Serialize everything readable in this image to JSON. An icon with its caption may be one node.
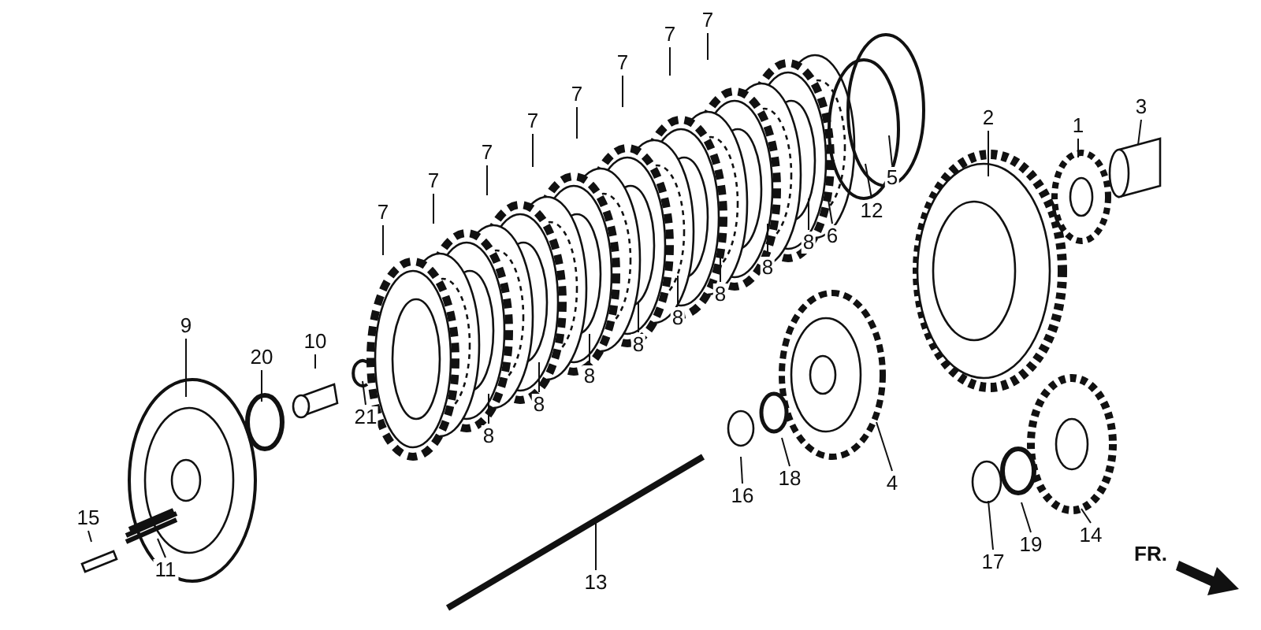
{
  "diagram": {
    "nodes": [
      {
        "text": [
          "7"
        ]
      },
      {
        "text": [
          "7"
        ]
      },
      {
        "text": [
          "7"
        ]
      },
      {
        "text": [
          "7"
        ]
      },
      {
        "text": [
          "3"
        ]
      },
      {
        "text": [
          "2"
        ]
      },
      {
        "text": [
          "7"
        ]
      },
      {
        "text": [
          "1"
        ]
      },
      {
        "text": [
          "7"
        ]
      },
      {
        "text": [
          "7"
        ]
      },
      {
        "text": [
          "5"
        ]
      },
      {
        "text": [
          "12"
        ]
      },
      {
        "text": [
          "7"
        ]
      },
      {
        "text": [
          "6"
        ]
      },
      {
        "text": [
          "8"
        ]
      },
      {
        "text": [
          "8"
        ]
      },
      {
        "text": [
          "8"
        ]
      },
      {
        "text": [
          "8"
        ]
      },
      {
        "text": [
          "9"
        ]
      },
      {
        "text": [
          "10"
        ]
      },
      {
        "text": [
          "8"
        ]
      },
      {
        "text": [
          "20"
        ]
      },
      {
        "text": [
          "8"
        ]
      },
      {
        "text": [
          "8"
        ]
      },
      {
        "text": [
          "21"
        ]
      },
      {
        "text": [
          "8"
        ]
      },
      {
        "text": [
          "18"
        ]
      },
      {
        "text": [
          "4"
        ]
      },
      {
        "text": [
          "16"
        ]
      },
      {
        "text": [
          "14"
        ]
      },
      {
        "text": [
          "15"
        ]
      },
      {
        "text": [
          "19"
        ]
      },
      {
        "text": [
          "17"
        ]
      },
      {
        "text": [
          "11"
        ]
      },
      {
        "text": [
          "13"
        ]
      }
    ],
    "edges": [
      {
        "from": 0,
        "to": null,
        "arrow": "none"
      },
      {
        "from": 1,
        "to": null,
        "arrow": "none"
      },
      {
        "from": 2,
        "to": null,
        "arrow": "none"
      },
      {
        "from": 3,
        "to": null,
        "arrow": "none"
      },
      {
        "from": 4,
        "to": null,
        "arrow": "none"
      },
      {
        "from": 5,
        "to": null,
        "arrow": "none"
      },
      {
        "from": 6,
        "to": null,
        "arrow": "none"
      },
      {
        "from": 7,
        "to": null,
        "arrow": "none"
      },
      {
        "from": 8,
        "to": null,
        "arrow": "none"
      },
      {
        "from": 9,
        "to": null,
        "arrow": "none"
      },
      {
        "from": 10,
        "to": null,
        "arrow": "none"
      },
      {
        "from": 11,
        "to": null,
        "arrow": "none"
      },
      {
        "from": 12,
        "to": null,
        "arrow": "none"
      },
      {
        "from": 13,
        "to": null,
        "arrow": "none"
      },
      {
        "from": 14,
        "to": null,
        "arrow": "none"
      },
      {
        "from": 15,
        "to": null,
        "arrow": "none"
      },
      {
        "from": 16,
        "to": null,
        "arrow": "none"
      },
      {
        "from": 17,
        "to": null,
        "arrow": "none"
      },
      {
        "from": 18,
        "to": null,
        "arrow": "none"
      },
      {
        "from": 19,
        "to": null,
        "arrow": "none"
      },
      {
        "from": 20,
        "to": null,
        "arrow": "none"
      },
      {
        "from": 21,
        "to": null,
        "arrow": "none"
      },
      {
        "from": 22,
        "to": null,
        "arrow": "none"
      },
      {
        "from": 23,
        "to": null,
        "arrow": "none"
      },
      {
        "from": 24,
        "to": null,
        "arrow": "none"
      },
      {
        "from": 25,
        "to": null,
        "arrow": "none"
      },
      {
        "from": 26,
        "to": null,
        "arrow": "none"
      },
      {
        "from": 27,
        "to": null,
        "arrow": "none"
      },
      {
        "from": 28,
        "to": null,
        "arrow": "none"
      },
      {
        "from": 29,
        "to": null,
        "arrow": "none"
      },
      {
        "from": 30,
        "to": null,
        "arrow": "none"
      },
      {
        "from": 31,
        "to": null,
        "arrow": "none"
      },
      {
        "from": 32,
        "to": null,
        "arrow": "none"
      },
      {
        "from": 33,
        "to": null,
        "arrow": "none"
      },
      {
        "from": 34,
        "to": null,
        "arrow": "none"
      }
    ],
    "labels": [
      "FR."
    ]
  }
}
